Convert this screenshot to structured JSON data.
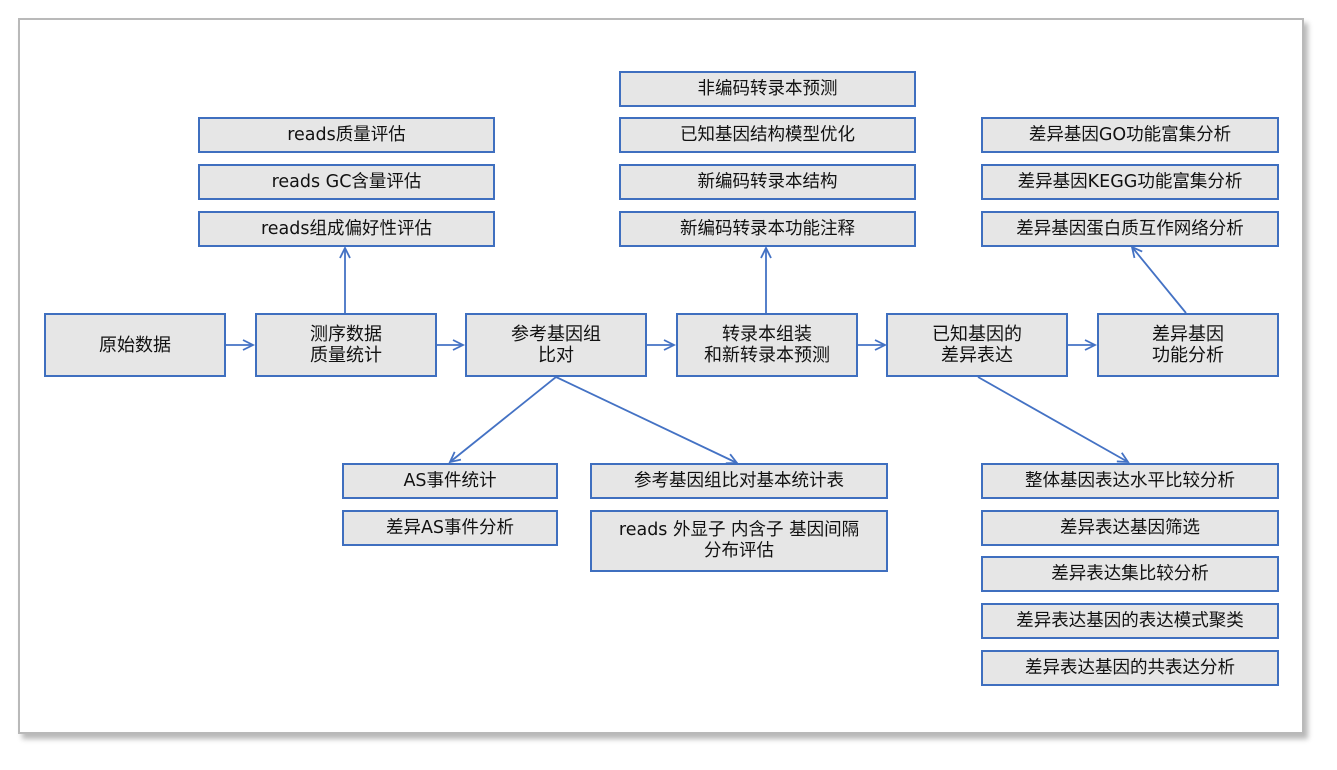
{
  "colors": {
    "box_fill": "#e6e6e6",
    "box_border": "#3f6fbf",
    "connector": "#4472c4"
  },
  "main_flow": {
    "raw_data": "原始数据",
    "seq_qc": "测序数据\n质量统计",
    "ref_align": "参考基因组\n比对",
    "transcript_assembly": "转录本组装\n和新转录本预测",
    "known_gene_de": "已知基因的\n差异表达",
    "de_gene_function": "差异基因\n功能分析"
  },
  "qc_outputs": [
    "reads质量评估",
    "reads GC含量评估",
    "reads组成偏好性评估"
  ],
  "assembly_outputs": [
    "非编码转录本预测",
    "已知基因结构模型优化",
    "新编码转录本结构",
    "新编码转录本功能注释"
  ],
  "function_outputs": [
    "差异基因GO功能富集分析",
    "差异基因KEGG功能富集分析",
    "差异基因蛋白质互作网络分析"
  ],
  "as_outputs": [
    "AS事件统计",
    "差异AS事件分析"
  ],
  "alignment_outputs": [
    "参考基因组比对基本统计表",
    "reads 外显子 内含子 基因间隔\n分布评估"
  ],
  "expression_outputs": [
    "整体基因表达水平比较分析",
    "差异表达基因筛选",
    "差异表达集比较分析",
    "差异表达基因的表达模式聚类",
    "差异表达基因的共表达分析"
  ]
}
